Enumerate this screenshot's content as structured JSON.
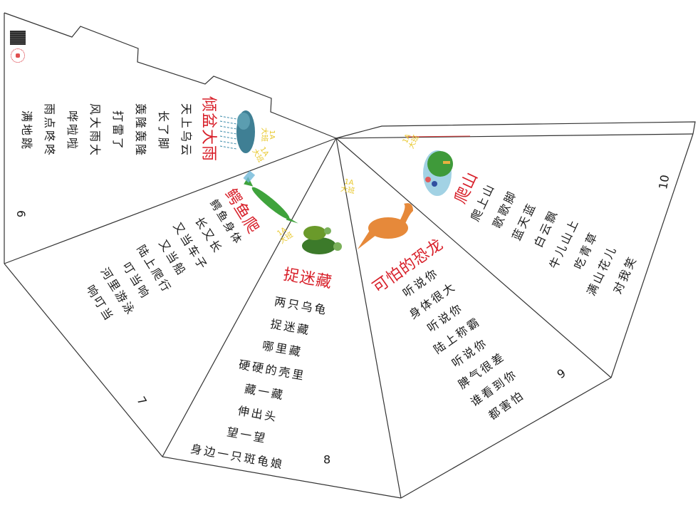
{
  "class_tag": {
    "line1": "1A",
    "line2": "大班"
  },
  "panels": [
    {
      "page": "6",
      "title": "倾盆大雨",
      "illustration": "rain-cloud",
      "verses": [
        "天上乌云",
        "长了脚",
        "轰隆轰隆",
        "打雷了",
        "风大雨大",
        "哗啦啦",
        "雨点咚咚",
        "满地跳"
      ]
    },
    {
      "page": "7",
      "title": "鳄鱼爬",
      "illustration": "crocodile",
      "verses": [
        "鳄鱼身体",
        "长又长",
        "又当车子",
        "又当船",
        "陆上爬行",
        "叮当响",
        "河里游泳",
        "响叮当"
      ]
    },
    {
      "page": "8",
      "title": "捉迷藏",
      "illustration": "two-turtles",
      "verses": [
        "两只乌龟",
        "捉迷藏",
        "哪里藏",
        "硬硬的壳里",
        "藏一藏",
        "伸出头",
        "望一望",
        "身边一只斑龟娘"
      ]
    },
    {
      "page": "9",
      "title": "可怕的恐龙",
      "illustration": "orange-dinosaur",
      "verses": [
        "听说你",
        "身体很大",
        "听说你",
        "陆上称霸",
        "听说你",
        "脾气很差",
        "谁看到你",
        "都害怕"
      ]
    },
    {
      "page": "10",
      "title": "爬山",
      "illustration": "children-climbing-tree",
      "verses": [
        "爬上山",
        "歌歌脚",
        "蓝天蓝",
        "白云飘",
        "牛儿山上",
        "吃青草",
        "满山花儿",
        "对我笑"
      ]
    }
  ],
  "colors": {
    "title": "#d8202a",
    "class_tag": "#e8c72a",
    "text": "#1a1a1a",
    "outline": "#333333"
  },
  "corner_marks": {
    "qr_code": "qr-code",
    "seal": "school-seal"
  }
}
